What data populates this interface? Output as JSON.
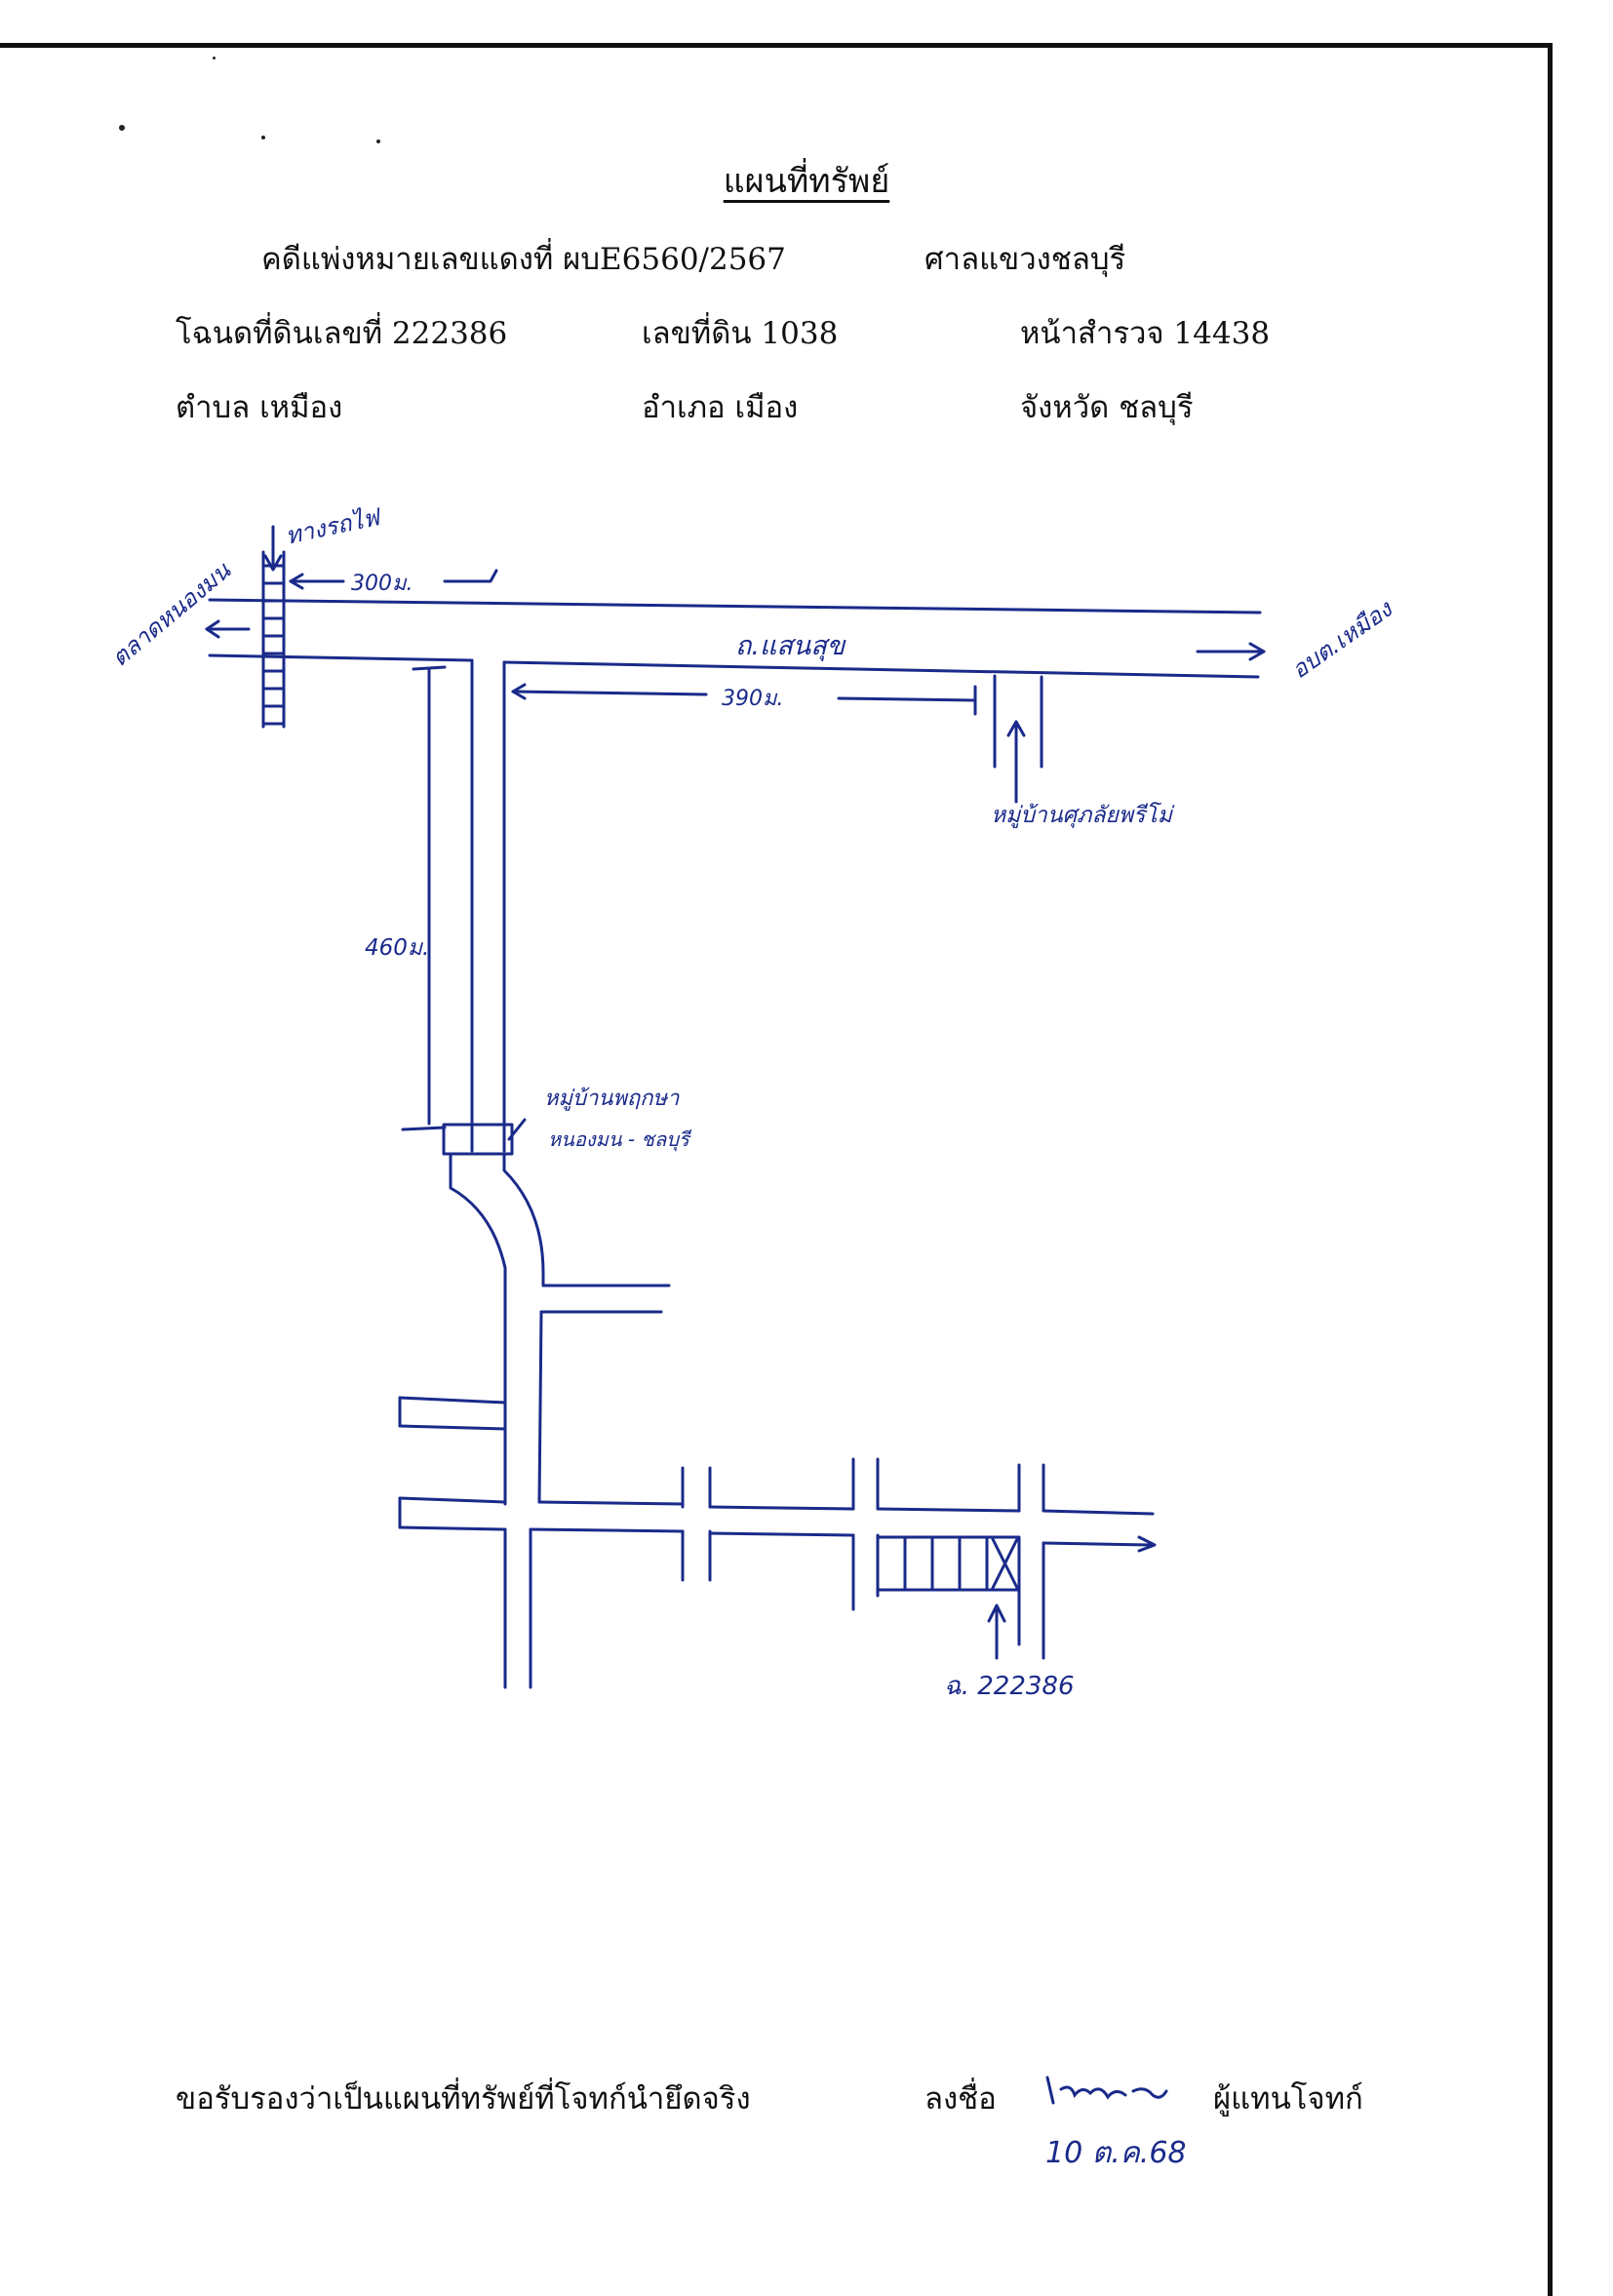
{
  "document": {
    "title": "แผนที่ทรัพย์",
    "case_no": "คดีแพ่งหมายเลขแดงที่ ผบE6560/2567",
    "court": "ศาลแขวงชลบุรี",
    "deed_no": "โฉนดที่ดินเลขที่ 222386",
    "land_no": "เลขที่ดิน 1038",
    "survey_page": "หน้าสำรวจ 14438",
    "subdistrict": "ตำบล เหมือง",
    "district": "อำเภอ เมือง",
    "province": "จังหวัด ชลบุรี",
    "certify": "ขอรับรองว่าเป็นแผนที่ทรัพย์ที่โจทก์นำยึดจริง",
    "sign_label": "ลงชื่อ",
    "signer_role": "ผู้แทนโจทก์",
    "sign_date": "10 ต.ค.68"
  },
  "map": {
    "railway": "ทางรถไฟ",
    "west_dest": "ตลาดหนองมน",
    "east_dest": "อบต.เหมือง",
    "main_road": "ถ.แสนสุข",
    "dist_300": "300ม.",
    "dist_390": "390ม.",
    "dist_460": "460ม.",
    "village_east": "หมู่บ้านศุภลัยพรีโม่",
    "village_mid_line1": "หมู่บ้านพฤกษา",
    "village_mid_line2": "หนองมน - ชลบุรี",
    "parcel_label": "ฉ. 222386",
    "ink_color": "#1a2a8a"
  }
}
